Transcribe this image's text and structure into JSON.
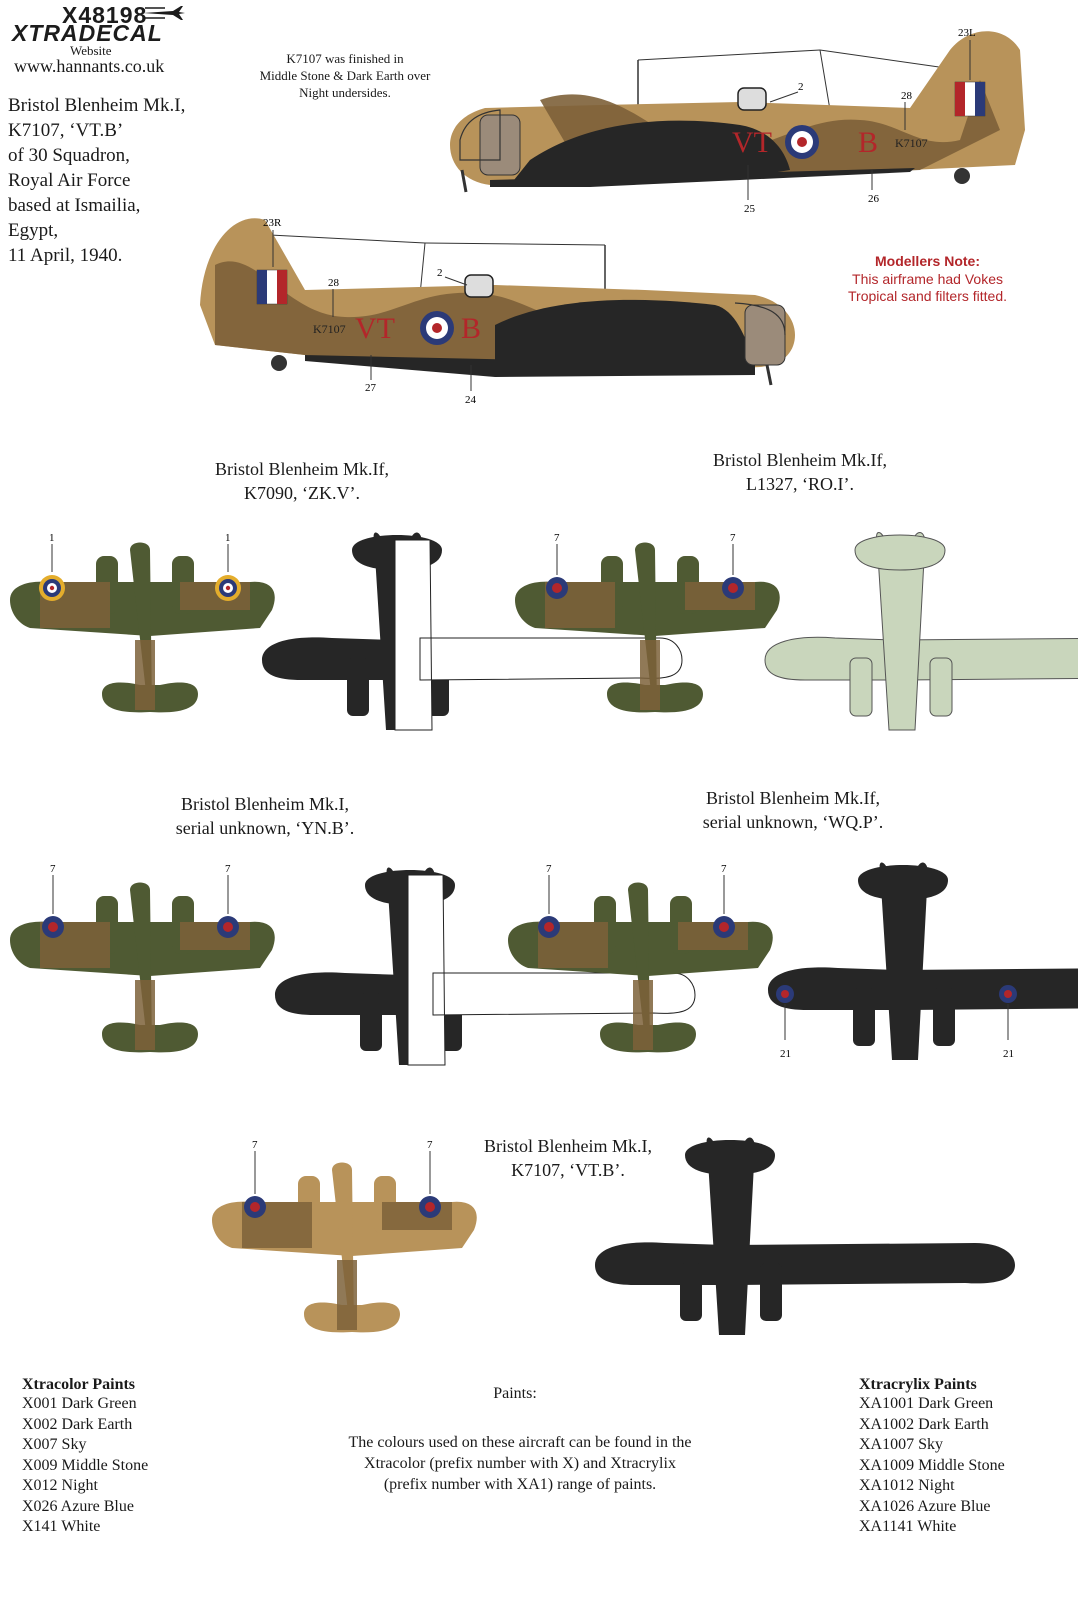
{
  "logo": {
    "product_code": "X48198",
    "brand": "XTRADECAL"
  },
  "website": {
    "label": "Website",
    "url": "www.hannants.co.uk"
  },
  "main_title": "Bristol Blenheim Mk.I,\nK7107, ‘VT.B’\nof 30 Squadron,\nRoyal Air Force\nbased at Ismailia,\nEgypt,\n11 April, 1940.",
  "finish_note": "K7107 was finished in\nMiddle Stone & Dark Earth over\nNight undersides.",
  "modellers_note": {
    "title": "Modellers Note:",
    "body": "This airframe had Vokes\nTropical sand filters fitted."
  },
  "side_profiles": {
    "starboard": {
      "codes_left": "VT",
      "code_right": "B",
      "serial": "K7107",
      "callouts": [
        "23L",
        "2",
        "28",
        "25",
        "26"
      ]
    },
    "port": {
      "codes_left": "VT",
      "code_right": "B",
      "serial": "K7107",
      "callouts": [
        "23R",
        "2",
        "28",
        "27",
        "24"
      ]
    }
  },
  "schemes": [
    {
      "caption": "Bristol Blenheim Mk.If,\nK7090, ‘ZK.V’.",
      "callouts": [
        "1",
        "1"
      ]
    },
    {
      "caption": "Bristol Blenheim Mk.If,\nL1327, ‘RO.I’.",
      "callouts": [
        "7",
        "7"
      ]
    },
    {
      "caption": "Bristol Blenheim Mk.I,\nserial unknown, ‘YN.B’.",
      "callouts": [
        "7",
        "7"
      ]
    },
    {
      "caption": "Bristol Blenheim Mk.If,\nserial unknown, ‘WQ.P’.",
      "callouts": [
        "7",
        "7",
        "21",
        "21"
      ]
    },
    {
      "caption": "Bristol Blenheim Mk.I,\nK7107, ‘VT.B’.",
      "callouts": [
        "7",
        "7"
      ]
    }
  ],
  "xtracolor": {
    "heading": "Xtracolor Paints",
    "items": [
      "X001 Dark Green",
      "X002 Dark Earth",
      "X007 Sky",
      "X009 Middle Stone",
      "X012 Night",
      "X026 Azure Blue",
      "X141 White"
    ]
  },
  "xtracrylix": {
    "heading": "Xtracrylix Paints",
    "items": [
      "XA1001 Dark Green",
      "XA1002 Dark Earth",
      "XA1007 Sky",
      "XA1009 Middle Stone",
      "XA1012 Night",
      "XA1026 Azure Blue",
      "XA1141 White"
    ]
  },
  "paints": {
    "label": "Paints:",
    "note": "The colours used on these aircraft can be found in the\nXtracolor (prefix number with X) and Xtracrylix\n(prefix number with XA1) range of paints."
  },
  "colors": {
    "dark_green": "#4f5a33",
    "dark_earth": "#7d6139",
    "middle_stone": "#b8935a",
    "night": "#262626",
    "sky": "#c9d6bc",
    "roundel_blue": "#2b3a78",
    "roundel_red": "#b3262a",
    "roundel_yellow": "#e4ad2c",
    "note_red": "#b3262a"
  }
}
